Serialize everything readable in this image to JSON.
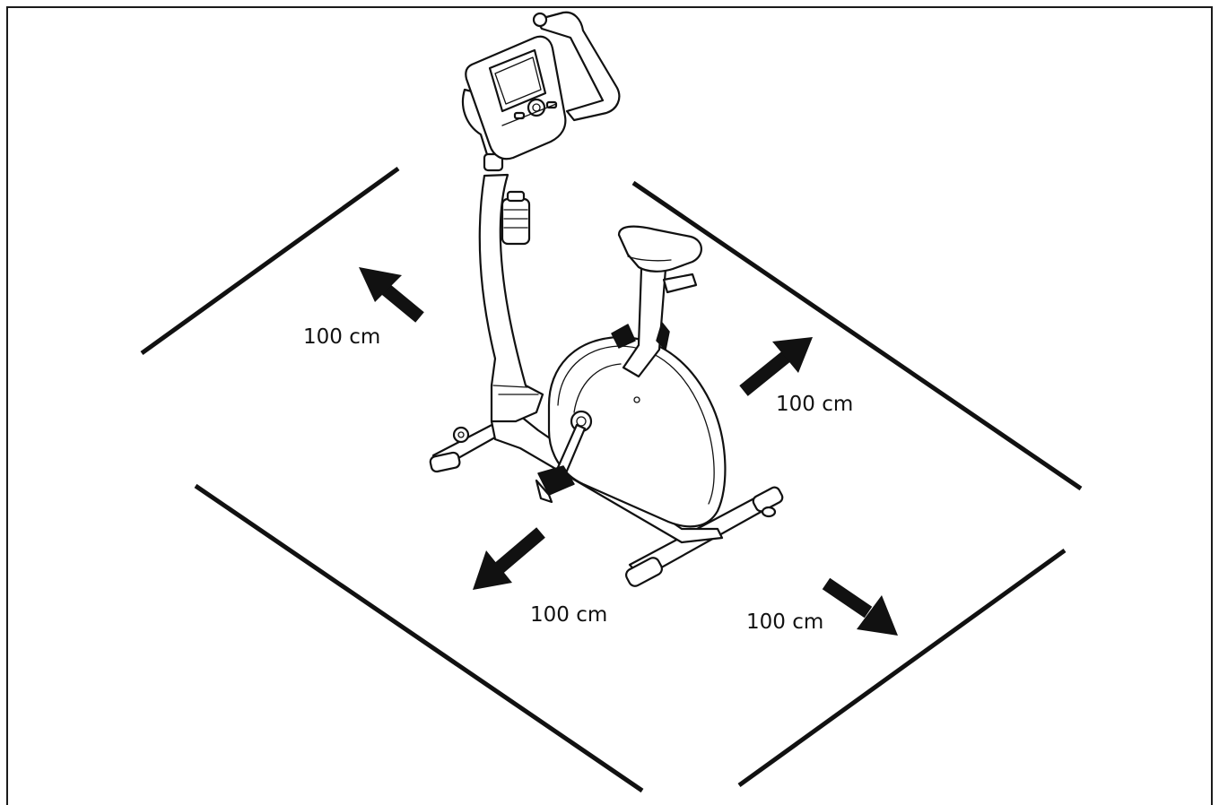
{
  "clearance": {
    "back_left": "100 cm",
    "back_right": "100 cm",
    "front_left": "100 cm",
    "front_right": "100 cm"
  },
  "colors": {
    "ink": "#111111",
    "background": "#ffffff"
  }
}
